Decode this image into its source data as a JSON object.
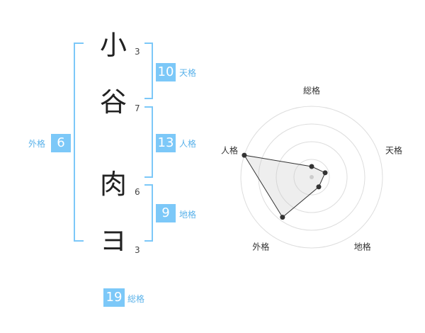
{
  "characters": [
    {
      "char": "小",
      "strokes": "3"
    },
    {
      "char": "谷",
      "strokes": "7"
    },
    {
      "char": "肉",
      "strokes": "6"
    },
    {
      "char": "ヨ",
      "strokes": "3"
    }
  ],
  "fortunes": {
    "ten": {
      "value": "10",
      "label": "天格"
    },
    "jin": {
      "value": "13",
      "label": "人格"
    },
    "chi": {
      "value": "9",
      "label": "地格"
    },
    "gai": {
      "value": "6",
      "label": "外格"
    },
    "sou": {
      "value": "19",
      "label": "総格"
    }
  },
  "colors": {
    "accent": "#7cc8f8",
    "accent_text": "#5ab2ea"
  },
  "chart_data": {
    "type": "radar",
    "axes": [
      "総格",
      "天格",
      "地格",
      "外格",
      "人格"
    ],
    "values": [
      0.15,
      0.2,
      0.17,
      0.7,
      1.0
    ],
    "range": [
      0,
      1
    ],
    "rings": 4
  }
}
